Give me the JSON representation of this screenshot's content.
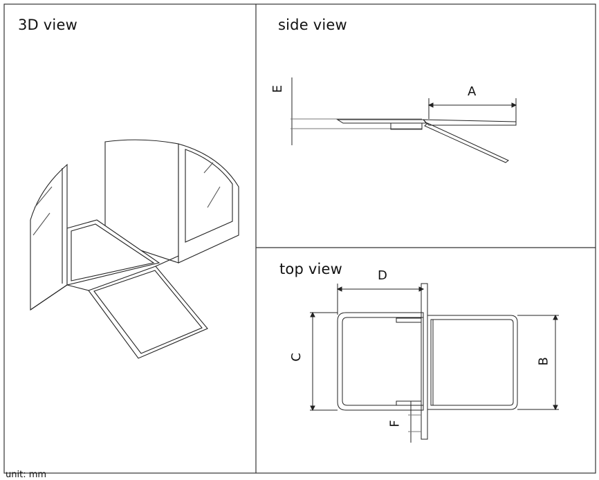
{
  "panels": {
    "view_3d": {
      "title": "3D view"
    },
    "side_view": {
      "title": "side view",
      "dims": {
        "a": "A",
        "e": "E"
      }
    },
    "top_view": {
      "title": "top view",
      "dims": {
        "b": "B",
        "c": "C",
        "d": "D",
        "f": "F"
      }
    }
  },
  "footer": {
    "unit": "unit: mm"
  }
}
